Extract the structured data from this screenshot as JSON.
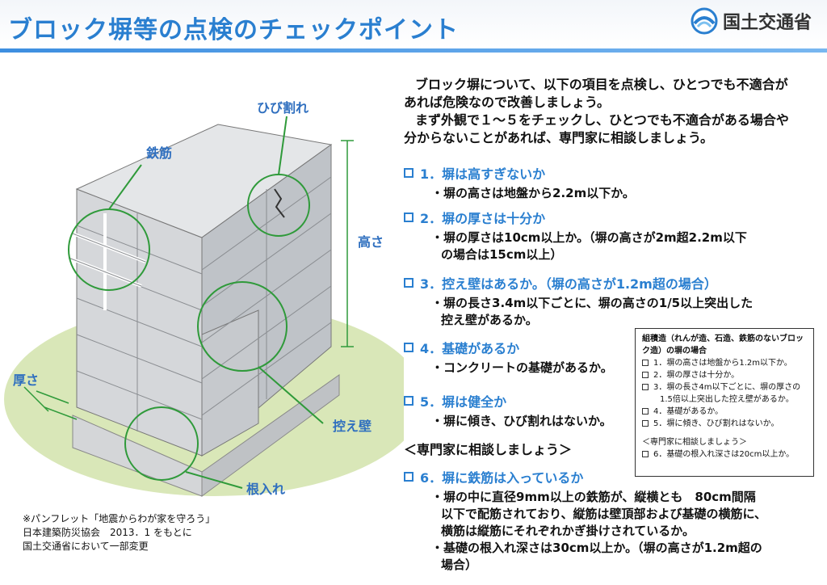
{
  "header": {
    "title": "ブロック塀等の点検のチェックポイント",
    "logo_text": "国土交通省"
  },
  "labels": {
    "crack": "ひび割れ",
    "rebar": "鉄筋",
    "height": "高さ",
    "thickness": "厚さ",
    "buttress": "控え壁",
    "embed": "根入れ"
  },
  "credit": [
    "※パンフレット「地震からわが家を守ろう」",
    "日本建築防災協会　2013．1 をもとに",
    "国土交通省において一部変更"
  ],
  "intro": [
    "ブロック塀について、以下の項目を点検し、ひとつでも不適合が",
    "あれば危険なので改善しましょう。",
    "まず外観で１～５をチェックし、ひとつでも不適合がある場合や",
    "分からないことがあれば、専門家に相談しましょう。"
  ],
  "items": [
    {
      "head": "1．塀は高すぎないか",
      "desc": [
        "・塀の高さは地盤から2.2m以下か。"
      ]
    },
    {
      "head": "2．塀の厚さは十分か",
      "desc": [
        "・塀の厚さは10cm以上か。（塀の高さが2m超2.2m以下",
        "の場合は15cm以上）"
      ]
    },
    {
      "head": "3．控え壁はあるか。（塀の高さが1.2m超の場合）",
      "desc": [
        "・塀の長さ3.4m以下ごとに、塀の高さの1/5以上突出した",
        "控え壁があるか。"
      ]
    },
    {
      "head": "4．基礎があるか",
      "desc": [
        "・コンクリートの基礎があるか。"
      ]
    },
    {
      "head": "5．塀は健全か",
      "desc": [
        "・塀に傾き、ひび割れはないか。"
      ]
    },
    {
      "head": "6．塀に鉄筋は入っているか",
      "desc": [
        "・塀の中に直径9mm以上の鉄筋が、縦横とも　80cm間隔",
        "以下で配筋されており、縦筋は壁頂部および基礎の横筋に、",
        "横筋は縦筋にそれぞれかぎ掛けされているか。",
        "・基礎の根入れ深さは30cm以上か。（塀の高さが1.2m超の",
        "場合）"
      ]
    }
  ],
  "consult": "＜専門家に相談しましょう＞",
  "side": {
    "title": [
      "組積造（れんが造、石造、鉄筋のないブロッ",
      "ク造）の塀の場合"
    ],
    "items": [
      "1．塀の高さは地盤から1.2m以下か。",
      "2．塀の厚さは十分か。",
      "3．塀の長さ4m以下ごとに、塀の厚さの",
      "1.5倍以上突出した控え壁があるか。",
      "4．基礎があるか。",
      "5．塀に傾き、ひび割れはないか。"
    ],
    "consult": "＜専門家に相談しましょう＞",
    "item6": "6．基礎の根入れ深さは20cm以上か。"
  },
  "colors": {
    "accent": "#2a7fd0",
    "ground": "#d9e7b8",
    "wall": "#c9ccd0",
    "callout": "#2f9a3a"
  }
}
